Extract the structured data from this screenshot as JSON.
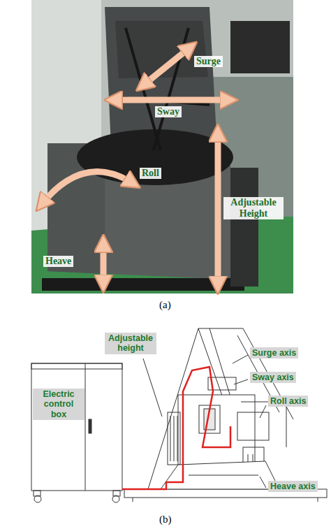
{
  "diagram": {
    "nodes": [
      {
        "text": [
          "Electric control box"
        ]
      },
      {
        "text": [
          "Adjustable height"
        ]
      },
      {
        "text": [
          "Surge axis"
        ]
      },
      {
        "text": [
          "Sway axis"
        ]
      },
      {
        "text": [
          "Roll axis"
        ]
      },
      {
        "text": [
          "Heave axis"
        ]
      }
    ],
    "labels": [
      "Surge",
      "Sway",
      "Adjustable Height",
      "Roll",
      "Heave",
      "(a)",
      "(b)"
    ]
  }
}
